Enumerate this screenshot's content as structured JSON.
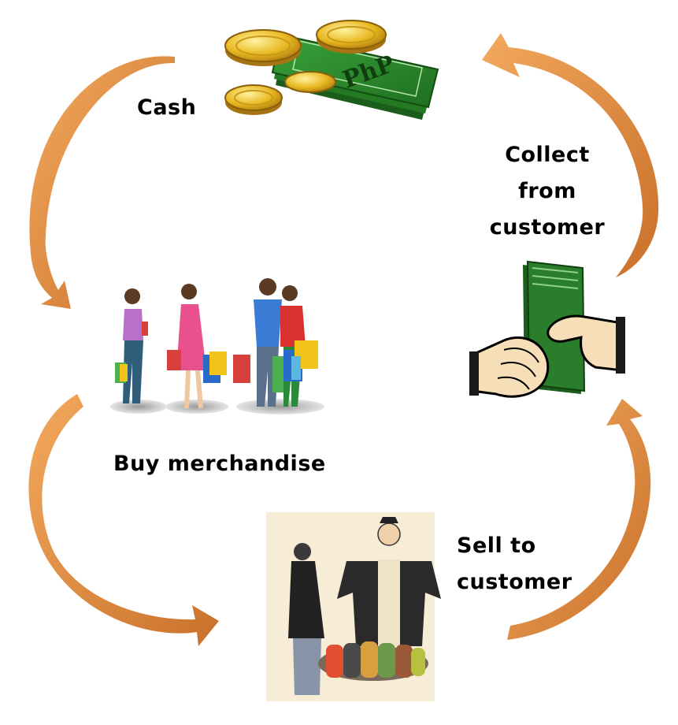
{
  "labels": {
    "cash": "Cash",
    "collect_line1": "Collect",
    "collect_line2": "from",
    "collect_line3": "customer",
    "buy": "Buy merchandise",
    "sell_line1": "Sell to",
    "sell_line2": "customer"
  },
  "banknote_text": "PhP",
  "colors": {
    "arrow": "#e48a3c",
    "arrow_dark": "#c06a22",
    "money_green": "#2e8b2e",
    "coin_gold": "#e8b820"
  },
  "icons": [
    "money-icon",
    "handing-money-icon",
    "shoppers-icon",
    "merchant-icon"
  ]
}
